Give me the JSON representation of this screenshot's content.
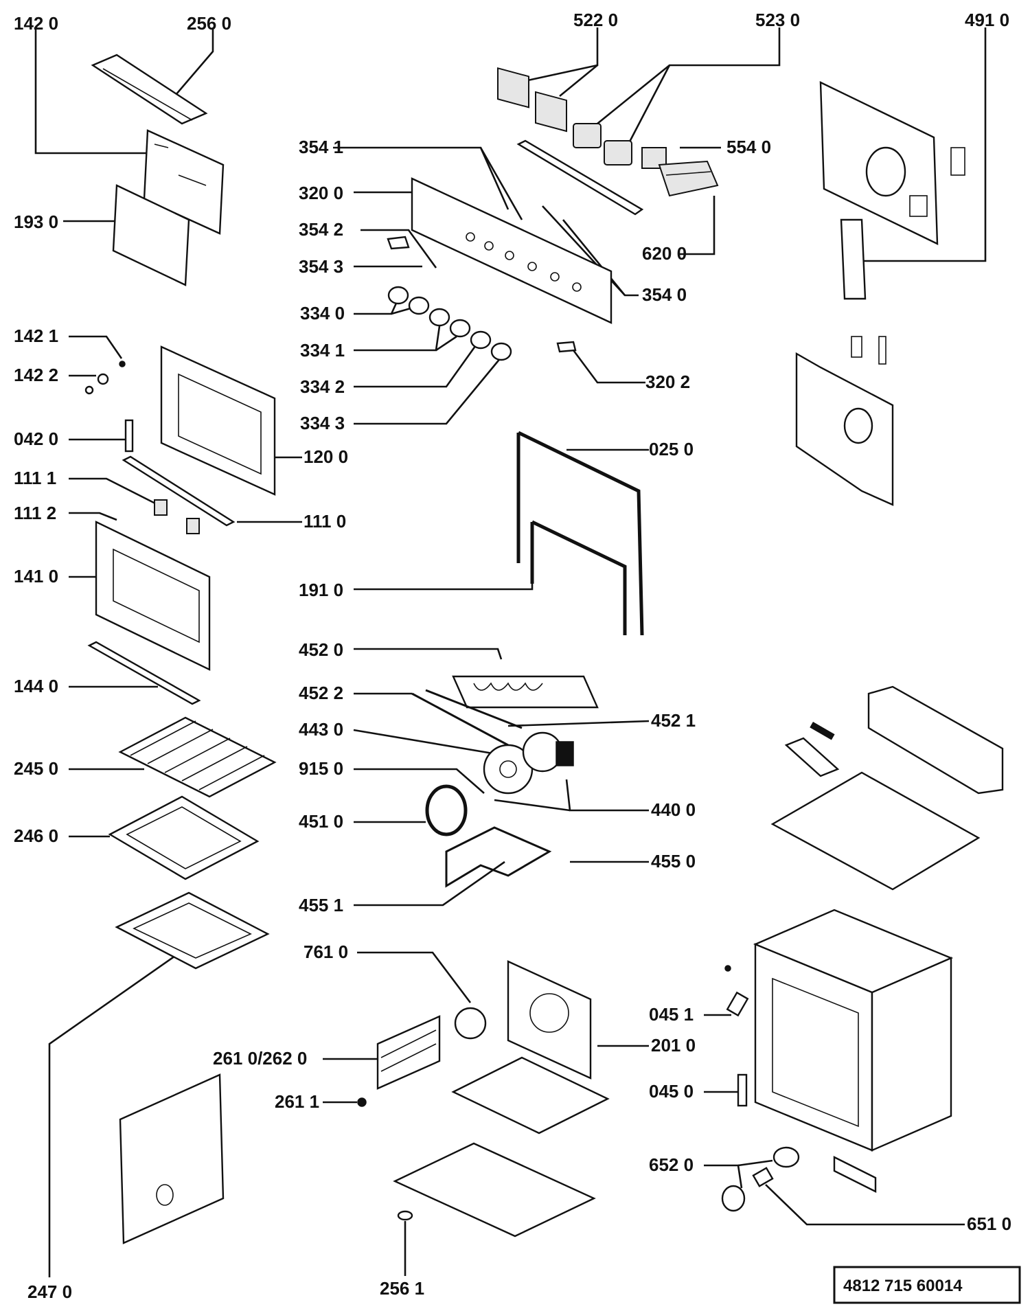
{
  "labels": {
    "p1420": "142 0",
    "p2560": "256  0",
    "p5220": "522 0",
    "p5230": "523 0",
    "p4910": "491 0",
    "p3541": "354 1",
    "p5540": "554 0",
    "p3200": "320 0",
    "p1930": "193 0",
    "p3542": "354 2",
    "p6200": "620 0",
    "p3543": "354 3",
    "p3540": "354 0",
    "p3340": "334 0",
    "p3341": "334 1",
    "p1421": "142 1",
    "p1422": "142 2",
    "p3342": "334 2",
    "p3202": "320 2",
    "p3343": "334 3",
    "p0420": "042 0",
    "p1200": "120 0",
    "p0250": "025 0",
    "p1111": "111 1",
    "p1112": "111 2",
    "p1110": "111 0",
    "p1410": "141 0",
    "p1910": "191  0",
    "p4520": "452 0",
    "p1440": "144 0",
    "p4522": "452 2",
    "p4521": "452 1",
    "p4430": "443 0",
    "p2450": "245 0",
    "p9150": "915 0",
    "p4400": "440 0",
    "p4510": "451 0",
    "p2460": "246 0",
    "p4550": "455 0",
    "p4551": "455 1",
    "p7610": "761 0",
    "p0451": "045 1",
    "p2010": "201  0",
    "p2610": "261 0/262 0",
    "p2611": "261 1",
    "p0450": "045 0",
    "p6520": "652 0",
    "p6510": "651 0",
    "p2470": "247 0",
    "p2561": "256  1"
  },
  "code_box": {
    "text": "4812   715    60014"
  }
}
